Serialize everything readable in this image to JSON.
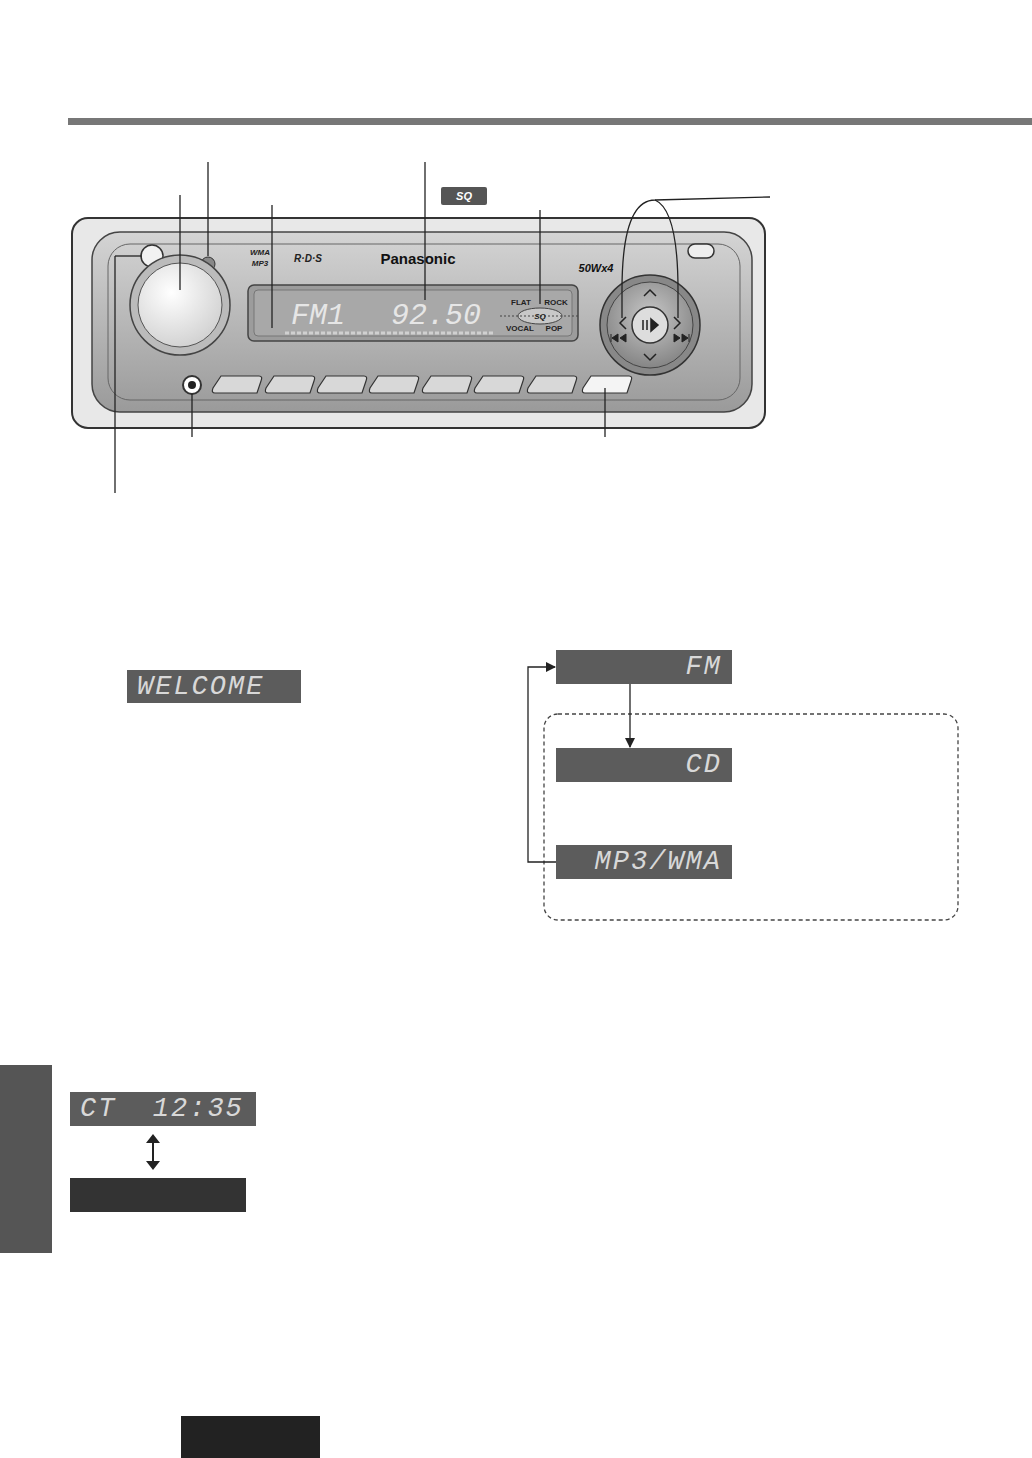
{
  "diagram": {
    "nodes": [
      {
        "text": [
          "WELCOME"
        ]
      },
      {
        "text": [
          "FM"
        ]
      },
      {
        "text": [
          "CD"
        ]
      },
      {
        "text": [
          "MP3/WMA"
        ]
      },
      {
        "text": [
          "CT  12:35"
        ]
      }
    ],
    "edges": [
      {
        "from": 1,
        "to": 2,
        "arrow": "to"
      },
      {
        "from": 3,
        "to": 1,
        "arrow": "to"
      }
    ],
    "labels": [
      "Panasonic",
      "50Wx4",
      "FM1",
      "92.50",
      "FLAT",
      "ROCK",
      "VOCAL",
      "POP",
      "SQ",
      "SQ",
      "WMA",
      "MP3",
      "R·D·S"
    ]
  }
}
